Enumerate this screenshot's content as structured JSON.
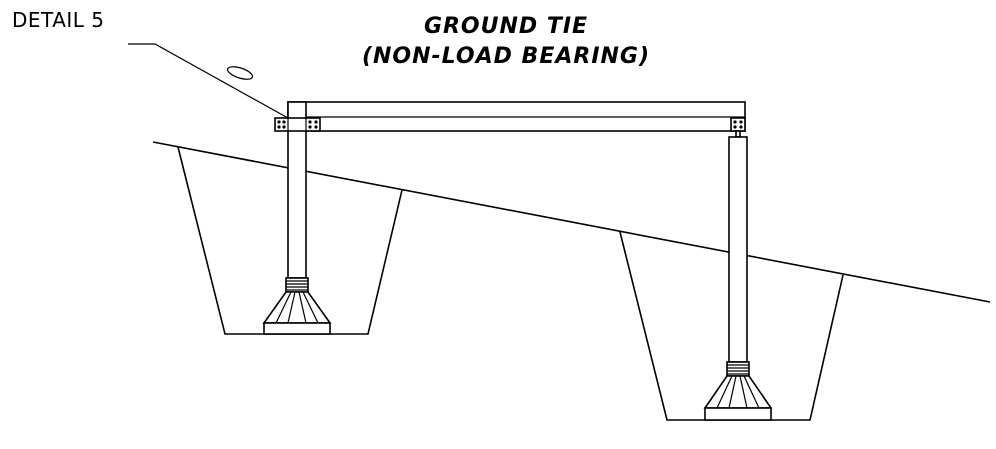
{
  "diagram": {
    "detail_label": "DETAIL 5",
    "title_line1": "GROUND TIE",
    "title_line2": "(NON-LOAD BEARING)",
    "colors": {
      "stroke": "#000000",
      "background": "#ffffff"
    }
  }
}
